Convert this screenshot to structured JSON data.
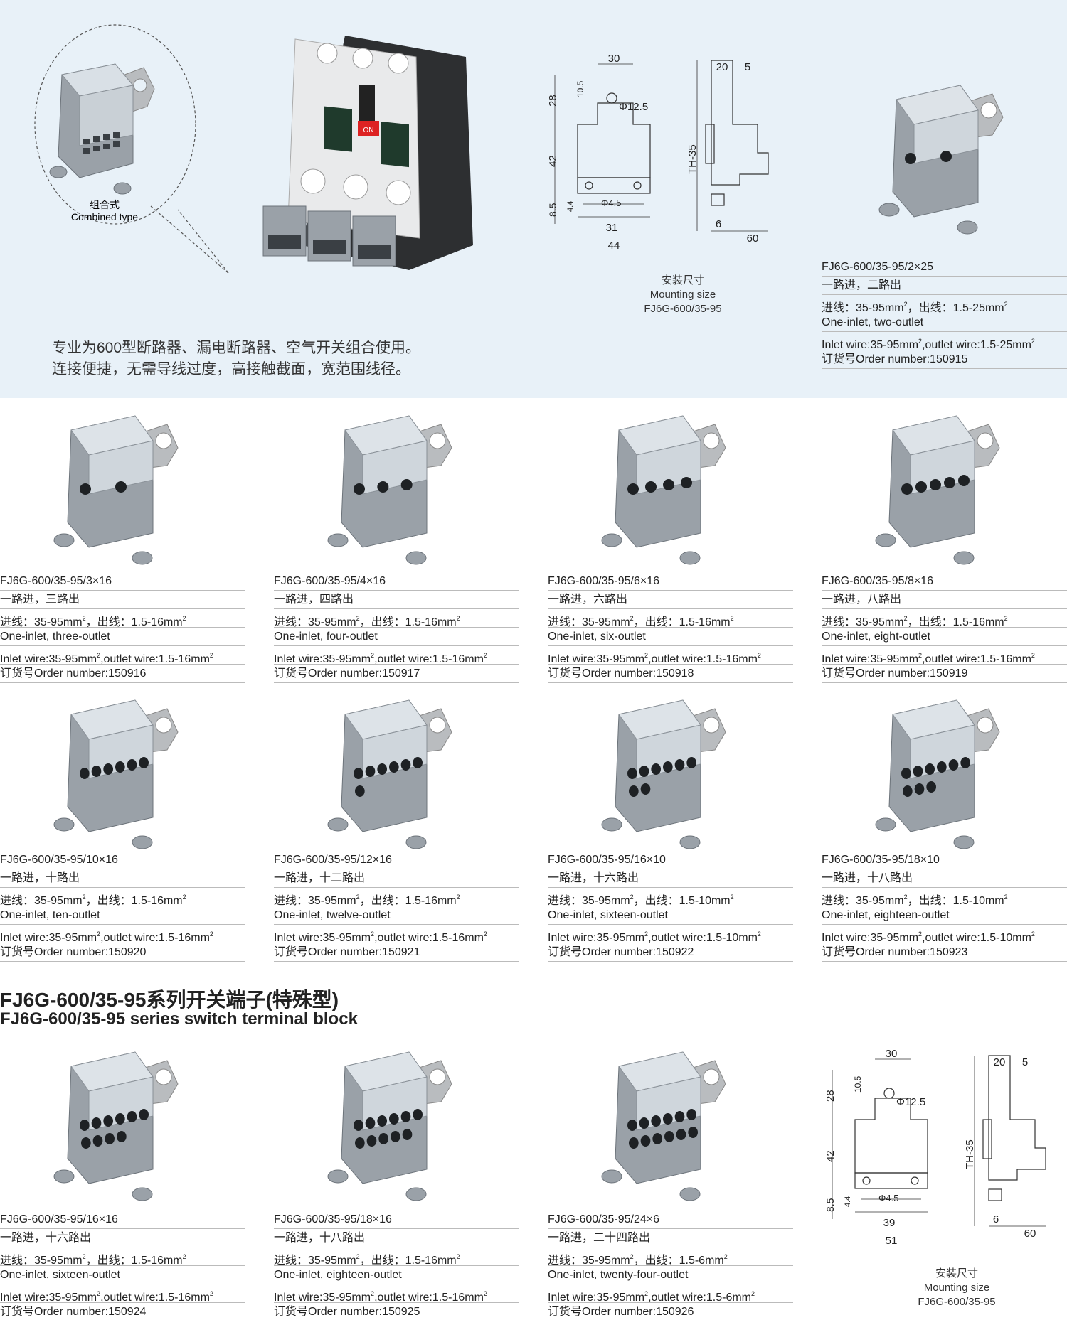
{
  "intro": {
    "callout_label_cn": "组合式",
    "callout_label_en": "Combined type",
    "desc_line1": "专业为600型断路器、漏电断路器、空气开关组合使用。",
    "desc_line2": "连接便捷，无需导线过度，高接触截面，宽范围线径。",
    "breaker_label": "ON"
  },
  "mounting_top": {
    "caption_cn": "安装尺寸",
    "caption_en": "Mounting size",
    "caption_model": "FJ6G-600/35-95",
    "dims": {
      "d30": "30",
      "d20": "20",
      "d5": "5",
      "d10_5": "10.5",
      "d28": "28",
      "d12_5": "12.5",
      "d42": "42",
      "th": "TH-35",
      "d8_5": "8.5",
      "d4_4": "4.4",
      "d4_5": "4.5",
      "d31": "31",
      "d44": "44",
      "d6": "6",
      "d60": "60"
    }
  },
  "mounting_bottom": {
    "caption_cn": "安装尺寸",
    "caption_en": "Mounting size",
    "caption_model": "FJ6G-600/35-95",
    "dims": {
      "d30": "30",
      "d20": "20",
      "d5": "5",
      "d10_5": "10.5",
      "d28": "28",
      "d12_5": "12.5",
      "d42": "42",
      "th": "TH-35",
      "d8_5": "8.5",
      "d4_4": "4.4",
      "d4_5": "4.5",
      "d39": "39",
      "d51": "51",
      "d6": "6",
      "d60": "60"
    }
  },
  "section_title": {
    "cn": "FJ6G-600/35-95系列开关端子(特殊型)",
    "en": "FJ6G-600/35-95 series switch terminal block"
  },
  "products": [
    {
      "model": "FJ6G-600/35-95/2×25",
      "cn_desc": "一路进，二路出",
      "inlet_cn": "进线：35-95mm",
      "outlet_cn": "，出线：1.5-25mm",
      "en_desc": "One-inlet, two-outlet",
      "inlet_en": "Inlet wire:35-95mm",
      "outlet_en": ",outlet wire:1.5-25mm",
      "order": "订货号Order number:150915"
    },
    {
      "model": "FJ6G-600/35-95/3×16",
      "cn_desc": "一路进，三路出",
      "inlet_cn": "进线：35-95mm",
      "outlet_cn": "，出线：1.5-16mm",
      "en_desc": "One-inlet, three-outlet",
      "inlet_en": "Inlet wire:35-95mm",
      "outlet_en": ",outlet wire:1.5-16mm",
      "order": "订货号Order number:150916"
    },
    {
      "model": "FJ6G-600/35-95/4×16",
      "cn_desc": "一路进，四路出",
      "inlet_cn": "进线：35-95mm",
      "outlet_cn": "，出线：1.5-16mm",
      "en_desc": "One-inlet, four-outlet",
      "inlet_en": "Inlet wire:35-95mm",
      "outlet_en": ",outlet wire:1.5-16mm",
      "order": "订货号Order number:150917"
    },
    {
      "model": "FJ6G-600/35-95/6×16",
      "cn_desc": "一路进，六路出",
      "inlet_cn": "进线：35-95mm",
      "outlet_cn": "，出线：1.5-16mm",
      "en_desc": "One-inlet, six-outlet",
      "inlet_en": "Inlet wire:35-95mm",
      "outlet_en": ",outlet wire:1.5-16mm",
      "order": "订货号Order number:150918"
    },
    {
      "model": "FJ6G-600/35-95/8×16",
      "cn_desc": "一路进，八路出",
      "inlet_cn": "进线：35-95mm",
      "outlet_cn": "，出线：1.5-16mm",
      "en_desc": "One-inlet, eight-outlet",
      "inlet_en": "Inlet wire:35-95mm",
      "outlet_en": ",outlet wire:1.5-16mm",
      "order": "订货号Order number:150919"
    },
    {
      "model": "FJ6G-600/35-95/10×16",
      "cn_desc": "一路进，十路出",
      "inlet_cn": "进线：35-95mm",
      "outlet_cn": "，出线：1.5-16mm",
      "en_desc": "One-inlet, ten-outlet",
      "inlet_en": "Inlet wire:35-95mm",
      "outlet_en": ",outlet wire:1.5-16mm",
      "order": "订货号Order number:150920"
    },
    {
      "model": "FJ6G-600/35-95/12×16",
      "cn_desc": "一路进，十二路出",
      "inlet_cn": "进线：35-95mm",
      "outlet_cn": "，出线：1.5-16mm",
      "en_desc": "One-inlet, twelve-outlet",
      "inlet_en": "Inlet wire:35-95mm",
      "outlet_en": ",outlet wire:1.5-16mm",
      "order": "订货号Order number:150921"
    },
    {
      "model": "FJ6G-600/35-95/16×10",
      "cn_desc": "一路进，十六路出",
      "inlet_cn": "进线：35-95mm",
      "outlet_cn": "，出线：1.5-10mm",
      "en_desc": "One-inlet, sixteen-outlet",
      "inlet_en": "Inlet wire:35-95mm",
      "outlet_en": ",outlet wire:1.5-10mm",
      "order": "订货号Order number:150922"
    },
    {
      "model": "FJ6G-600/35-95/18×10",
      "cn_desc": "一路进，十八路出",
      "inlet_cn": "进线：35-95mm",
      "outlet_cn": "，出线：1.5-10mm",
      "en_desc": "One-inlet, eighteen-outlet",
      "inlet_en": "Inlet wire:35-95mm",
      "outlet_en": ",outlet wire:1.5-10mm",
      "order": "订货号Order number:150923"
    },
    {
      "model": "FJ6G-600/35-95/16×16",
      "cn_desc": "一路进，十六路出",
      "inlet_cn": "进线：35-95mm",
      "outlet_cn": "，出线：1.5-16mm",
      "en_desc": "One-inlet, sixteen-outlet",
      "inlet_en": "Inlet wire:35-95mm",
      "outlet_en": ",outlet wire:1.5-16mm",
      "order": "订货号Order number:150924"
    },
    {
      "model": "FJ6G-600/35-95/18×16",
      "cn_desc": "一路进，十八路出",
      "inlet_cn": "进线：35-95mm",
      "outlet_cn": "，出线：1.5-16mm",
      "en_desc": "One-inlet, eighteen-outlet",
      "inlet_en": "Inlet wire:35-95mm",
      "outlet_en": ",outlet wire:1.5-16mm",
      "order": "订货号Order number:150925"
    },
    {
      "model": "FJ6G-600/35-95/24×6",
      "cn_desc": "一路进，二十四路出",
      "inlet_cn": "进线：35-95mm",
      "outlet_cn": "，出线：1.5-6mm",
      "en_desc": "One-inlet, twenty-four-outlet",
      "inlet_en": "Inlet wire:35-95mm",
      "outlet_en": ",outlet wire:1.5-6mm",
      "order": "订货号Order number:150926"
    }
  ],
  "superscript": "2",
  "colors": {
    "band": "#e8f1f8",
    "rule": "#bbbbbb",
    "terminal_gray": "#9aa1a8",
    "cover": "#d9e0e6",
    "bracket": "#b9bcbf"
  }
}
